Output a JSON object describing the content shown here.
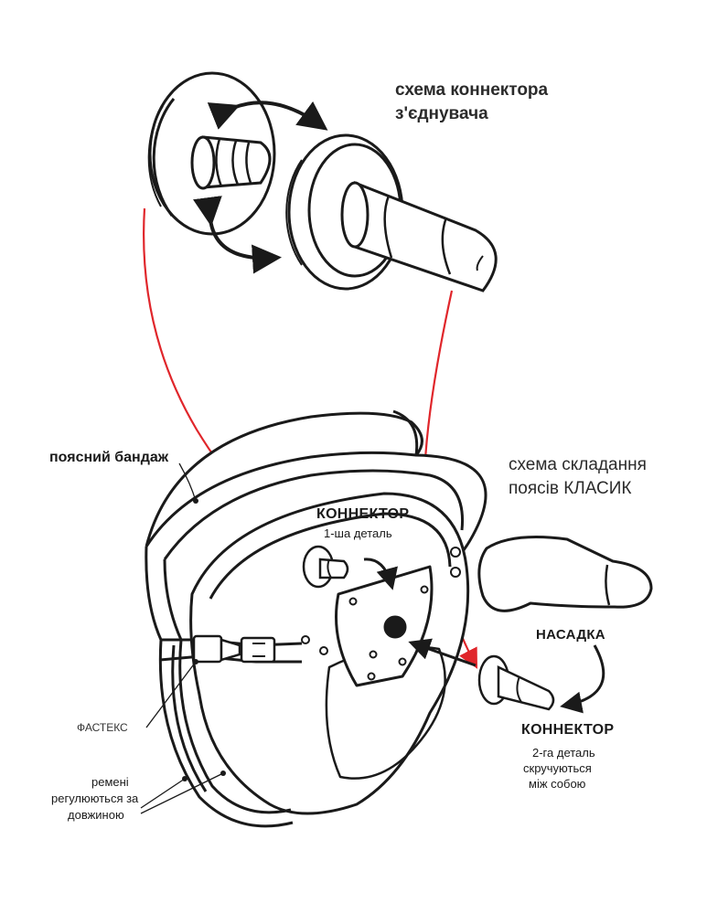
{
  "colors": {
    "ink": "#1a1a1a",
    "guide_line": "#e0262b",
    "background": "#ffffff"
  },
  "top_label": {
    "line1": "схема коннектора",
    "line2": "з'єднувача"
  },
  "assembly_label": {
    "line1": "схема складання",
    "line2": "поясів КЛАСИК"
  },
  "waist_label": "поясний бандаж",
  "connector_part1": {
    "title": "КОННЕКТОР",
    "subtitle": "1-ша деталь"
  },
  "attachment_label": "НАСАДКА",
  "connector_part2": {
    "title": "КОННЕКТОР",
    "line1": "2-га деталь",
    "line2": "скручуються",
    "line3": "між собою"
  },
  "fastex_label": "ФАСТЕКС",
  "straps_label": {
    "line1": "ремені",
    "line2": "регулюються за",
    "line3": "довжиною"
  },
  "icons": [
    "connector-female-icon",
    "connector-male-icon",
    "twist-arrow-icon",
    "harness-icon",
    "attachment-icon",
    "buckle-icon"
  ]
}
